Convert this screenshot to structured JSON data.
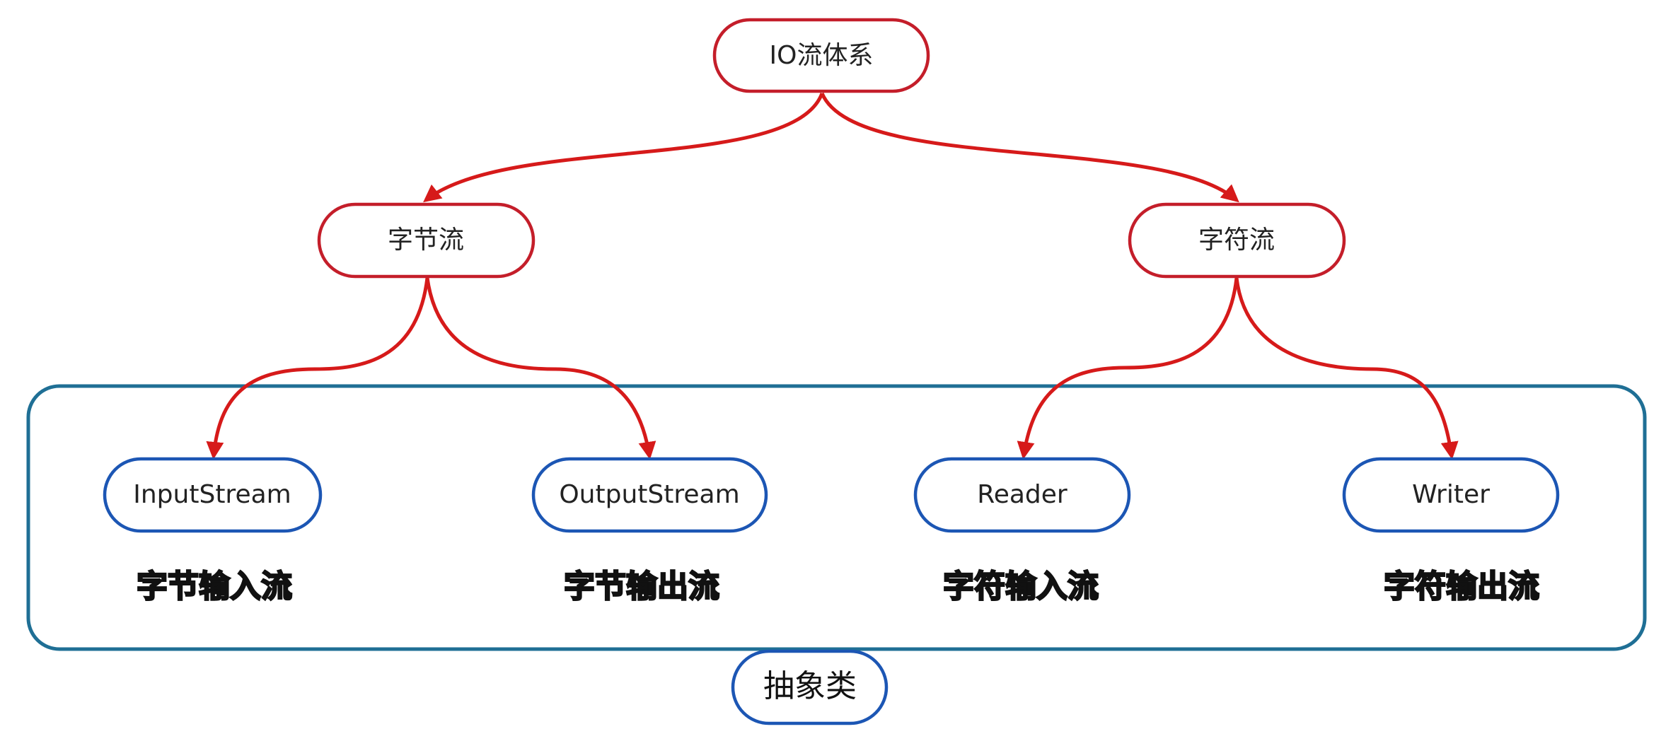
{
  "colors": {
    "red_stroke": "#d61a1a",
    "red_node": "#c41e2a",
    "blue_node": "#1c56b4",
    "group_border": "#1f6f95"
  },
  "root": {
    "label": "IO流体系"
  },
  "byte_stream": {
    "label": "字节流"
  },
  "char_stream": {
    "label": "字符流"
  },
  "leaves": {
    "input_stream": {
      "label": "InputStream",
      "caption": "字节输入流"
    },
    "output_stream": {
      "label": "OutputStream",
      "caption": "字节输出流"
    },
    "reader": {
      "label": "Reader",
      "caption": "字符输入流"
    },
    "writer": {
      "label": "Writer",
      "caption": "字符输出流"
    }
  },
  "abstract_group": {
    "label": "抽象类"
  }
}
